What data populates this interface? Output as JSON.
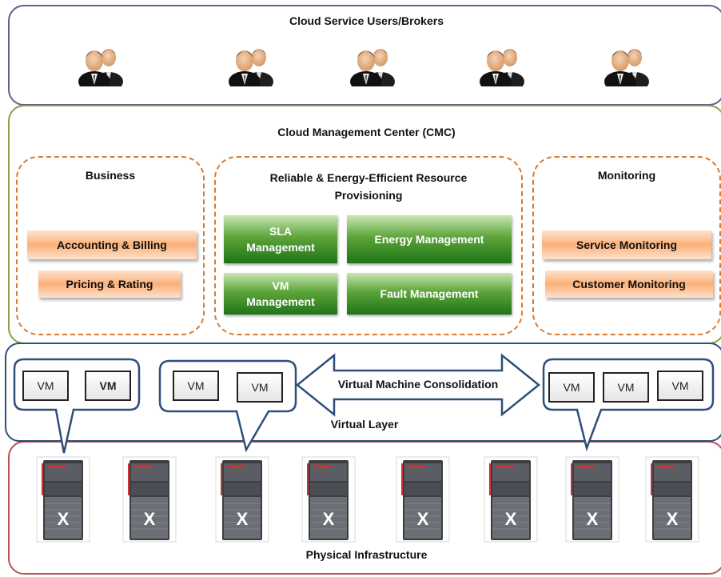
{
  "users": {
    "title": "Cloud Service Users/Brokers",
    "icons": [
      "users-icon",
      "users-icon",
      "users-icon",
      "users-icon",
      "users-icon"
    ]
  },
  "cmc": {
    "title": "Cloud Management Center (CMC)",
    "business": {
      "title": "Business",
      "items": [
        "Accounting & Billing",
        "Pricing & Rating"
      ]
    },
    "provisioning": {
      "title_line1": "Reliable & Energy-Efficient Resource",
      "title_line2": "Provisioning",
      "sla": [
        "SLA",
        "Management"
      ],
      "energy": "Energy Management",
      "vm": [
        "VM",
        "Management"
      ],
      "fault": "Fault Management"
    },
    "monitoring": {
      "title": "Monitoring",
      "items": [
        "Service Monitoring",
        "Customer Monitoring"
      ]
    }
  },
  "virtual": {
    "title": "Virtual Layer",
    "consolidation": "Virtual Machine Consolidation",
    "group1": [
      "VM",
      "VM"
    ],
    "group2": [
      "VM",
      "VM"
    ],
    "group3": [
      "VM",
      "VM",
      "VM"
    ]
  },
  "physical": {
    "title": "Physical Infrastructure",
    "server_mark": "X",
    "server_count": 8
  },
  "colors": {
    "users_border": "#6e5a85",
    "cmc_border": "#86a348",
    "virtual_border": "#2e4f7a",
    "physical_border": "#b5545a",
    "dashed_orange": "#d87a2f",
    "green": "#3f8f2a",
    "orange": "#fbb078"
  }
}
